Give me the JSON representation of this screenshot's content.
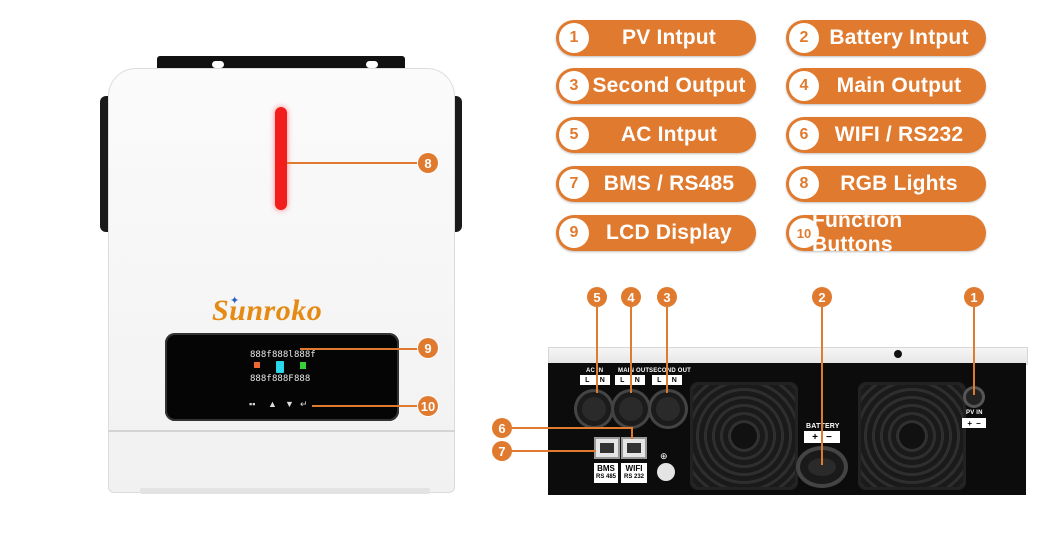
{
  "legend": [
    {
      "num": "1",
      "label": "PV Intput"
    },
    {
      "num": "2",
      "label": "Battery Intput"
    },
    {
      "num": "3",
      "label": "Second Output"
    },
    {
      "num": "4",
      "label": "Main Output"
    },
    {
      "num": "5",
      "label": "AC Intput"
    },
    {
      "num": "6",
      "label": "WIFI / RS232"
    },
    {
      "num": "7",
      "label": "BMS / RS485"
    },
    {
      "num": "8",
      "label": "RGB Lights"
    },
    {
      "num": "9",
      "label": "LCD Display"
    },
    {
      "num": "10",
      "label": "Function Buttons"
    }
  ],
  "front": {
    "brand": "Sunroko",
    "callouts": {
      "rgb": "8",
      "lcd": "9",
      "buttons": "10"
    },
    "lcd_segments": [
      "888f",
      "888l",
      "888f",
      "888f",
      "888F",
      "888"
    ]
  },
  "back": {
    "callouts": {
      "pv": "1",
      "battery": "2",
      "second_out": "3",
      "main_out": "4",
      "ac_in": "5",
      "wifi": "6",
      "bms": "7"
    },
    "labels": {
      "ac_in": "AC IN",
      "main_out": "MAIN OUT",
      "second_out": "SECOND OUT",
      "ln_l": "L",
      "ln_n": "N",
      "battery": "BATTERY",
      "plus": "+",
      "minus": "−",
      "pv_in": "PV  IN",
      "bms": "BMS",
      "rs485": "RS 485",
      "wifi": "WIFI",
      "rs232": "RS 232",
      "ground": "⊕"
    }
  },
  "colors": {
    "accent": "#e07a2e",
    "rgb_light": "#f21d1d",
    "brand": "#e58a12"
  }
}
